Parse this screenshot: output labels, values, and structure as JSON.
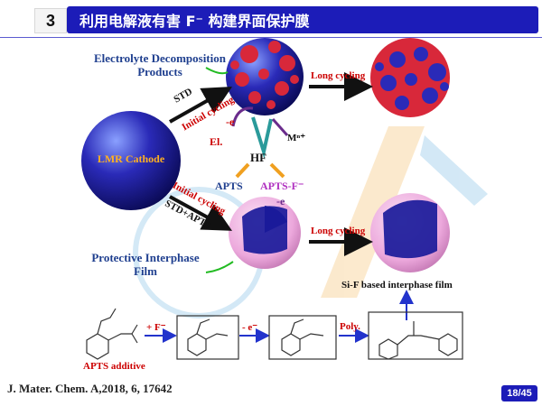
{
  "header": {
    "section_number": "3",
    "title": "利用电解液有害 F⁻ 构建界面保护膜"
  },
  "diagram": {
    "decomposition_label_line1": "Electrolyte Decomposition",
    "decomposition_label_line2": "Products",
    "std_label": "STD",
    "initial_cycling_top": "Initial cycling",
    "long_cycling_top": "Long cycling",
    "cathode_label": "LMR Cathode",
    "el_label": "El.",
    "minus_e_top": "-e",
    "mn_label": "Mⁿ⁺",
    "hf_label": "HF",
    "apts_label": "APTS",
    "apts_f_label": "APTS-F⁻",
    "minus_e_mid": "-e",
    "initial_cycling_bottom": "Initial cycling",
    "std_apts_label": "STD+APTS",
    "long_cycling_bottom": "Long cycling",
    "protective_label_line1": "Protective Interphase",
    "protective_label_line2": "Film",
    "sif_label": "Si-F based interphase film"
  },
  "reaction": {
    "plus_f": "+ F⁻",
    "minus_e": "- e⁻",
    "poly": "Poly.",
    "additive_label": "APTS additive"
  },
  "footer": {
    "citation": "J. Mater. Chem. A,2018, 6, 17642",
    "page_number": "18/45"
  },
  "colors": {
    "title_bar": "#1c1cb8",
    "sphere_blue": "#1a1a9a",
    "decomp_red": "#d8283a",
    "coating_pink": "#f2b8e6",
    "arrow_orange": "#f0a020",
    "arrow_purple": "#6a2c8c",
    "arrow_teal": "#2a9a9a",
    "label_red": "#cc0000"
  }
}
